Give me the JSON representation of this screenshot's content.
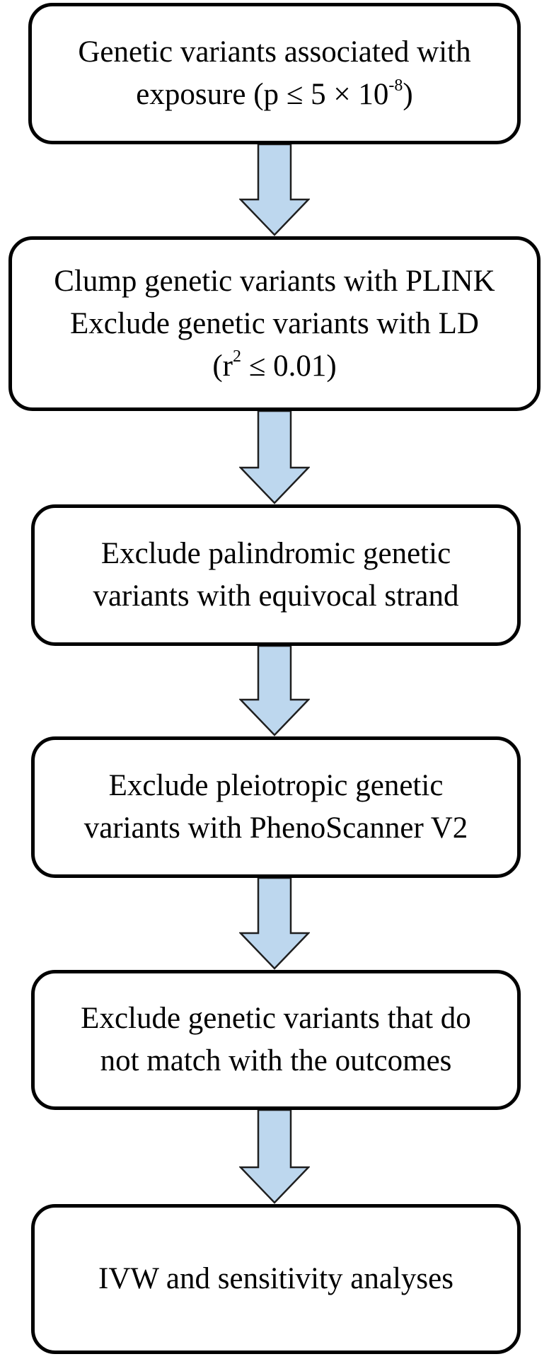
{
  "flowchart": {
    "steps": [
      {
        "lines": [
          {
            "text": "Genetic variants associated with"
          },
          {
            "text": "exposure (p ≤ 5 × 10",
            "sup": "-8",
            "tail": ")"
          }
        ]
      },
      {
        "lines": [
          {
            "text": "Clump genetic variants with PLINK"
          },
          {
            "text": "Exclude genetic variants with LD"
          },
          {
            "text": "(r",
            "sup": "2",
            "tail": " ≤ 0.01)"
          }
        ]
      },
      {
        "lines": [
          {
            "text": "Exclude palindromic genetic"
          },
          {
            "text": "variants with equivocal strand"
          }
        ]
      },
      {
        "lines": [
          {
            "text": "Exclude pleiotropic genetic"
          },
          {
            "text": "variants with PhenoScanner V2"
          }
        ]
      },
      {
        "lines": [
          {
            "text": "Exclude genetic variants that do"
          },
          {
            "text": "not match with the outcomes"
          }
        ]
      },
      {
        "lines": [
          {
            "text": "IVW and sensitivity analyses"
          }
        ]
      }
    ],
    "colors": {
      "box_border": "#000000",
      "box_fill": "#ffffff",
      "arrow_fill": "#bdd7ee",
      "arrow_stroke": "#1f1f1f"
    }
  }
}
